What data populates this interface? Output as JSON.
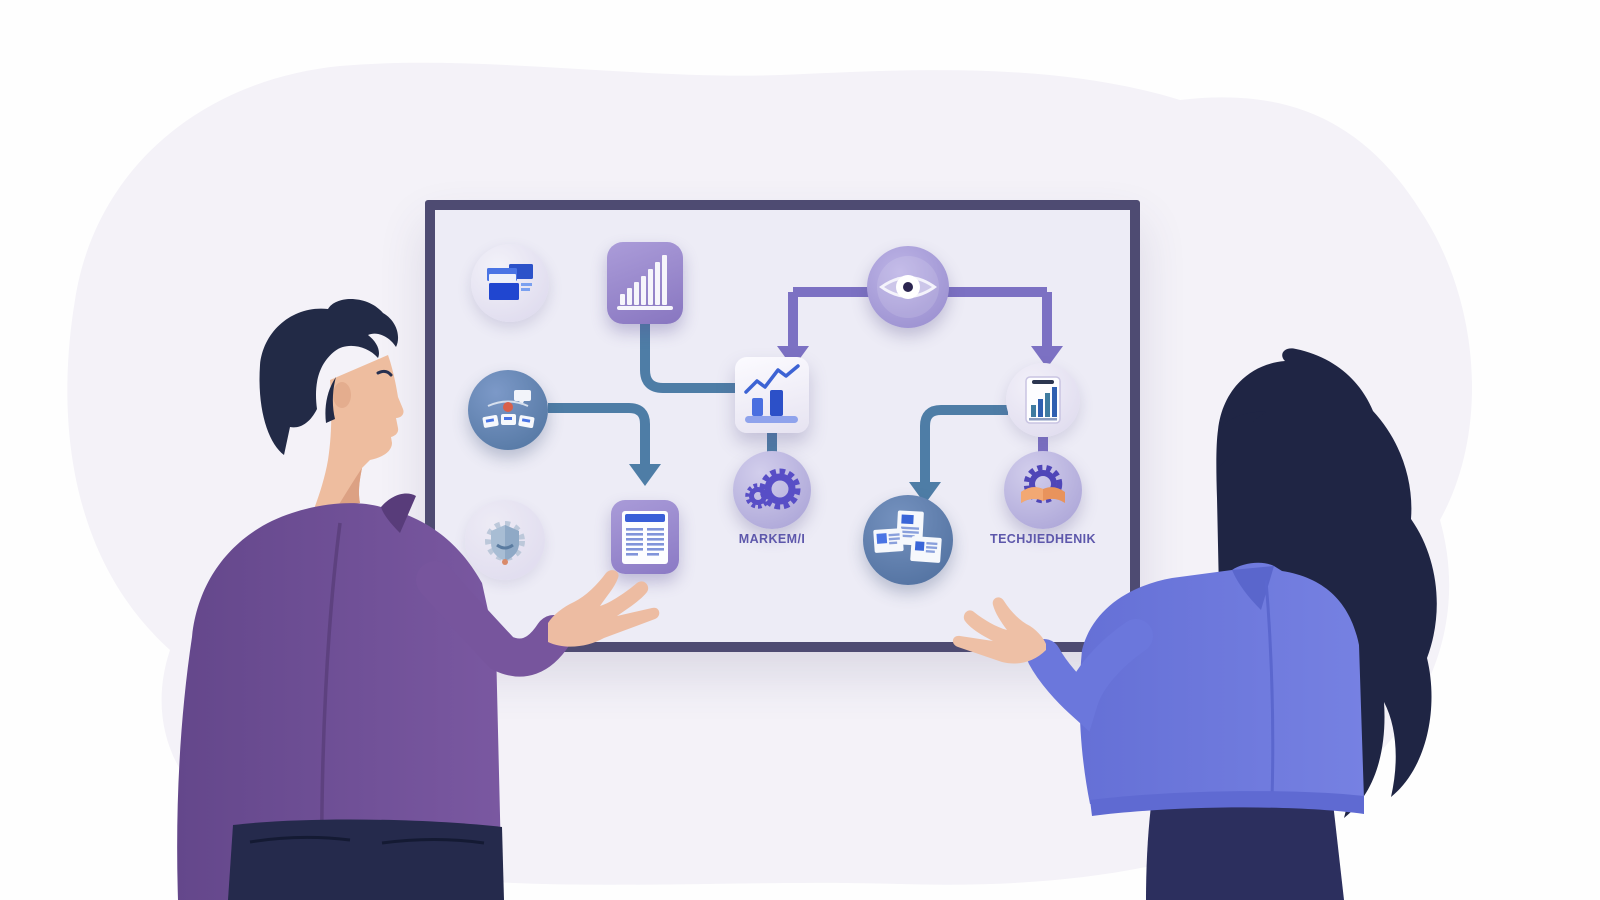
{
  "scene": {
    "description": "Flat illustration of two presenters gesturing toward a whiteboard flowchart",
    "background_color": "#fefefe",
    "blob_color": "#f4f2f8"
  },
  "palette": {
    "board_frame": "#4e4b72",
    "board_surface": "#edecf6",
    "connector_purple": "#7c71c3",
    "connector_teal": "#4e7da6",
    "label_text": "#5d57ab",
    "man_jacket": "#6f4f93",
    "man_trousers": "#252a4c",
    "woman_blazer": "#6b77dc",
    "woman_skirt": "#2c2f5e",
    "hair": "#20263f",
    "skin": "#eebd9f"
  },
  "board": {
    "labels": [
      {
        "id": "markemi",
        "text": "MARKEM/I"
      },
      {
        "id": "techjedhenik",
        "text": "TECHJIEDHENIK"
      }
    ],
    "nodes": [
      {
        "id": "browser-windows",
        "icon": "browser-windows-icon",
        "shape": "circle"
      },
      {
        "id": "bar-chart",
        "icon": "bar-chart-icon",
        "shape": "rounded-square"
      },
      {
        "id": "eye",
        "icon": "eye-icon",
        "shape": "circle"
      },
      {
        "id": "workstation",
        "icon": "workstation-icon",
        "shape": "circle"
      },
      {
        "id": "growth-chart",
        "icon": "growth-chart-icon",
        "shape": "panel"
      },
      {
        "id": "tablet-chart",
        "icon": "tablet-chart-icon",
        "shape": "circle"
      },
      {
        "id": "shield-gear",
        "icon": "shield-gear-icon",
        "shape": "circle"
      },
      {
        "id": "document",
        "icon": "document-icon",
        "shape": "rounded-square"
      },
      {
        "id": "gears",
        "icon": "gears-icon",
        "shape": "circle",
        "label": "MARKEM/I"
      },
      {
        "id": "cards-collage",
        "icon": "cards-collage-icon",
        "shape": "circle"
      },
      {
        "id": "gear-book",
        "icon": "gear-book-icon",
        "shape": "circle",
        "label": "TECHJIEDHENIK"
      }
    ],
    "edges": [
      {
        "from": "eye",
        "to": "growth-chart",
        "color": "purple",
        "arrow": true
      },
      {
        "from": "eye",
        "to": "tablet-chart",
        "color": "purple",
        "arrow": true
      },
      {
        "from": "bar-chart",
        "to": "growth-chart",
        "color": "teal",
        "arrow": false
      },
      {
        "from": "workstation",
        "to": "document",
        "color": "teal",
        "arrow": true
      },
      {
        "from": "growth-chart",
        "to": "gears",
        "color": "teal",
        "arrow": false
      },
      {
        "from": "tablet-chart",
        "to": "cards-collage",
        "color": "teal",
        "arrow": true
      },
      {
        "from": "tablet-chart",
        "to": "gear-book",
        "color": "purple",
        "arrow": false
      }
    ]
  }
}
